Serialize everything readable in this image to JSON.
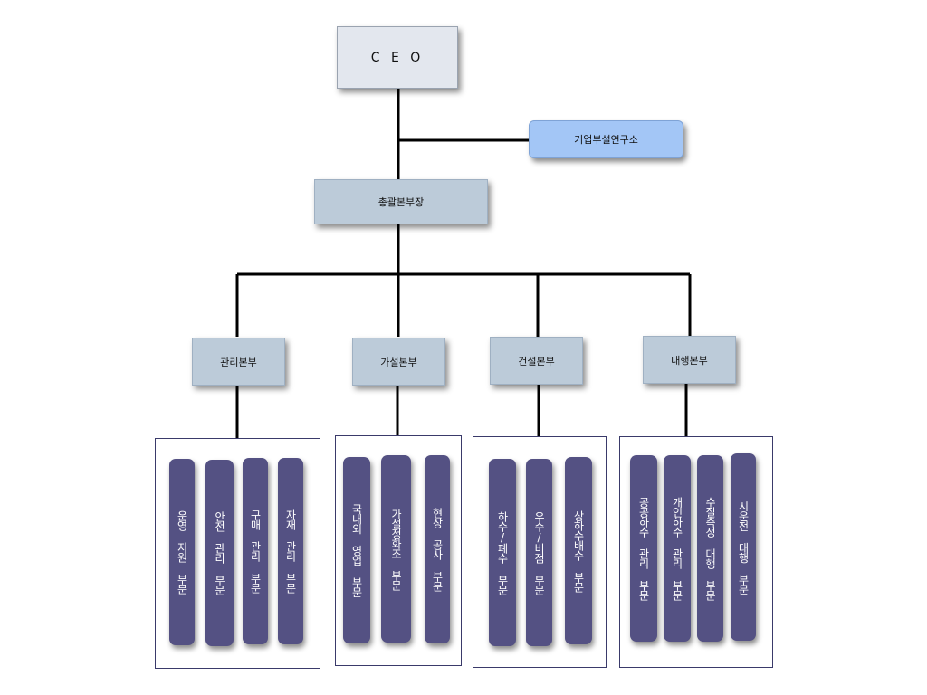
{
  "ceo": "C E O",
  "lab": "기업부설연구소",
  "hq": "총괄본부장",
  "divisions": [
    "관리본부",
    "가설본부",
    "건설본부",
    "대행본부"
  ],
  "departments": {
    "management": [
      "운영 지원 부문",
      "안전 관리 부문",
      "구매 관리 부문",
      "자재 관리 부문"
    ],
    "temporary": [
      "국내외 영업 부문",
      "가설정화조 부문",
      "현장 공사 부문"
    ],
    "construction": [
      "하수/폐수 부문",
      "우수/비점 부문",
      "상하수배수 부문"
    ],
    "agency": [
      "공공하수 관리 부문",
      "개인하수 관리 부문",
      "수질측정 대행 부문",
      "시운전 대행 부문"
    ]
  }
}
